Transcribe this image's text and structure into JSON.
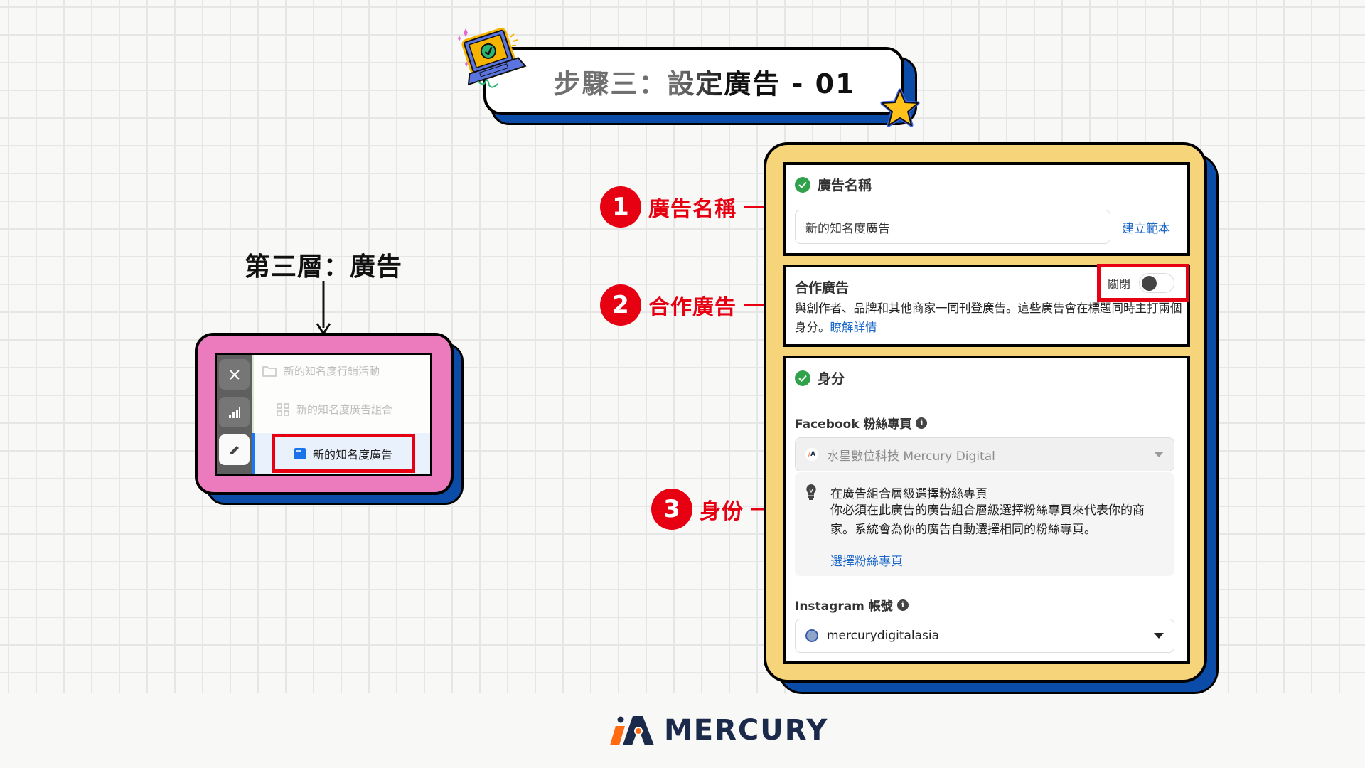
{
  "title": {
    "text": "步驟三：設定廣告 - 01"
  },
  "left": {
    "layer_title": "第三層：廣告",
    "tree": {
      "campaign": "新的知名度行銷活動",
      "ad_set": "新的知名度廣告組合",
      "ad": "新的知名度廣告"
    },
    "sidebar_icons": [
      "close-icon",
      "chart-bar-icon",
      "pencil-icon"
    ]
  },
  "callouts": [
    {
      "num": "1",
      "label": "廣告名稱"
    },
    {
      "num": "2",
      "label": "合作廣告"
    },
    {
      "num": "3",
      "label": "身份"
    }
  ],
  "ad_name": {
    "heading": "廣告名稱",
    "input_value": "新的知名度廣告",
    "template_link": "建立範本"
  },
  "collab": {
    "title": "合作廣告",
    "toggle_label": "關閉",
    "toggle_state": "off",
    "desc": "與創作者、品牌和其他商家一同刊登廣告。這些廣告會在標題同時主打兩個身分。",
    "learn_more": "瞭解詳情"
  },
  "identity": {
    "heading": "身分",
    "facebook_label": "Facebook 粉絲專頁",
    "facebook_value": "水星數位科技 Mercury Digital",
    "tip_title": "在廣告組合層級選擇粉絲專頁",
    "tip_body": "你必須在此廣告的廣告組合層級選擇粉絲專頁來代表你的商家。系統會為你的廣告自動選擇相同的粉絲專頁。",
    "tip_link": "選擇粉絲專頁",
    "instagram_label": "Instagram 帳號",
    "instagram_value": "mercurydigitalasia"
  },
  "footer": {
    "brand": "MERCURY"
  },
  "colors": {
    "accent_red": "#e60012",
    "pink": "#ec7bbd",
    "yellow": "#f6d479",
    "shadow_blue": "#0a4ca8",
    "link_blue": "#1a66c9",
    "check_green": "#31a24c",
    "logo_orange": "#ff6a13",
    "logo_navy": "#1b2a4a"
  }
}
